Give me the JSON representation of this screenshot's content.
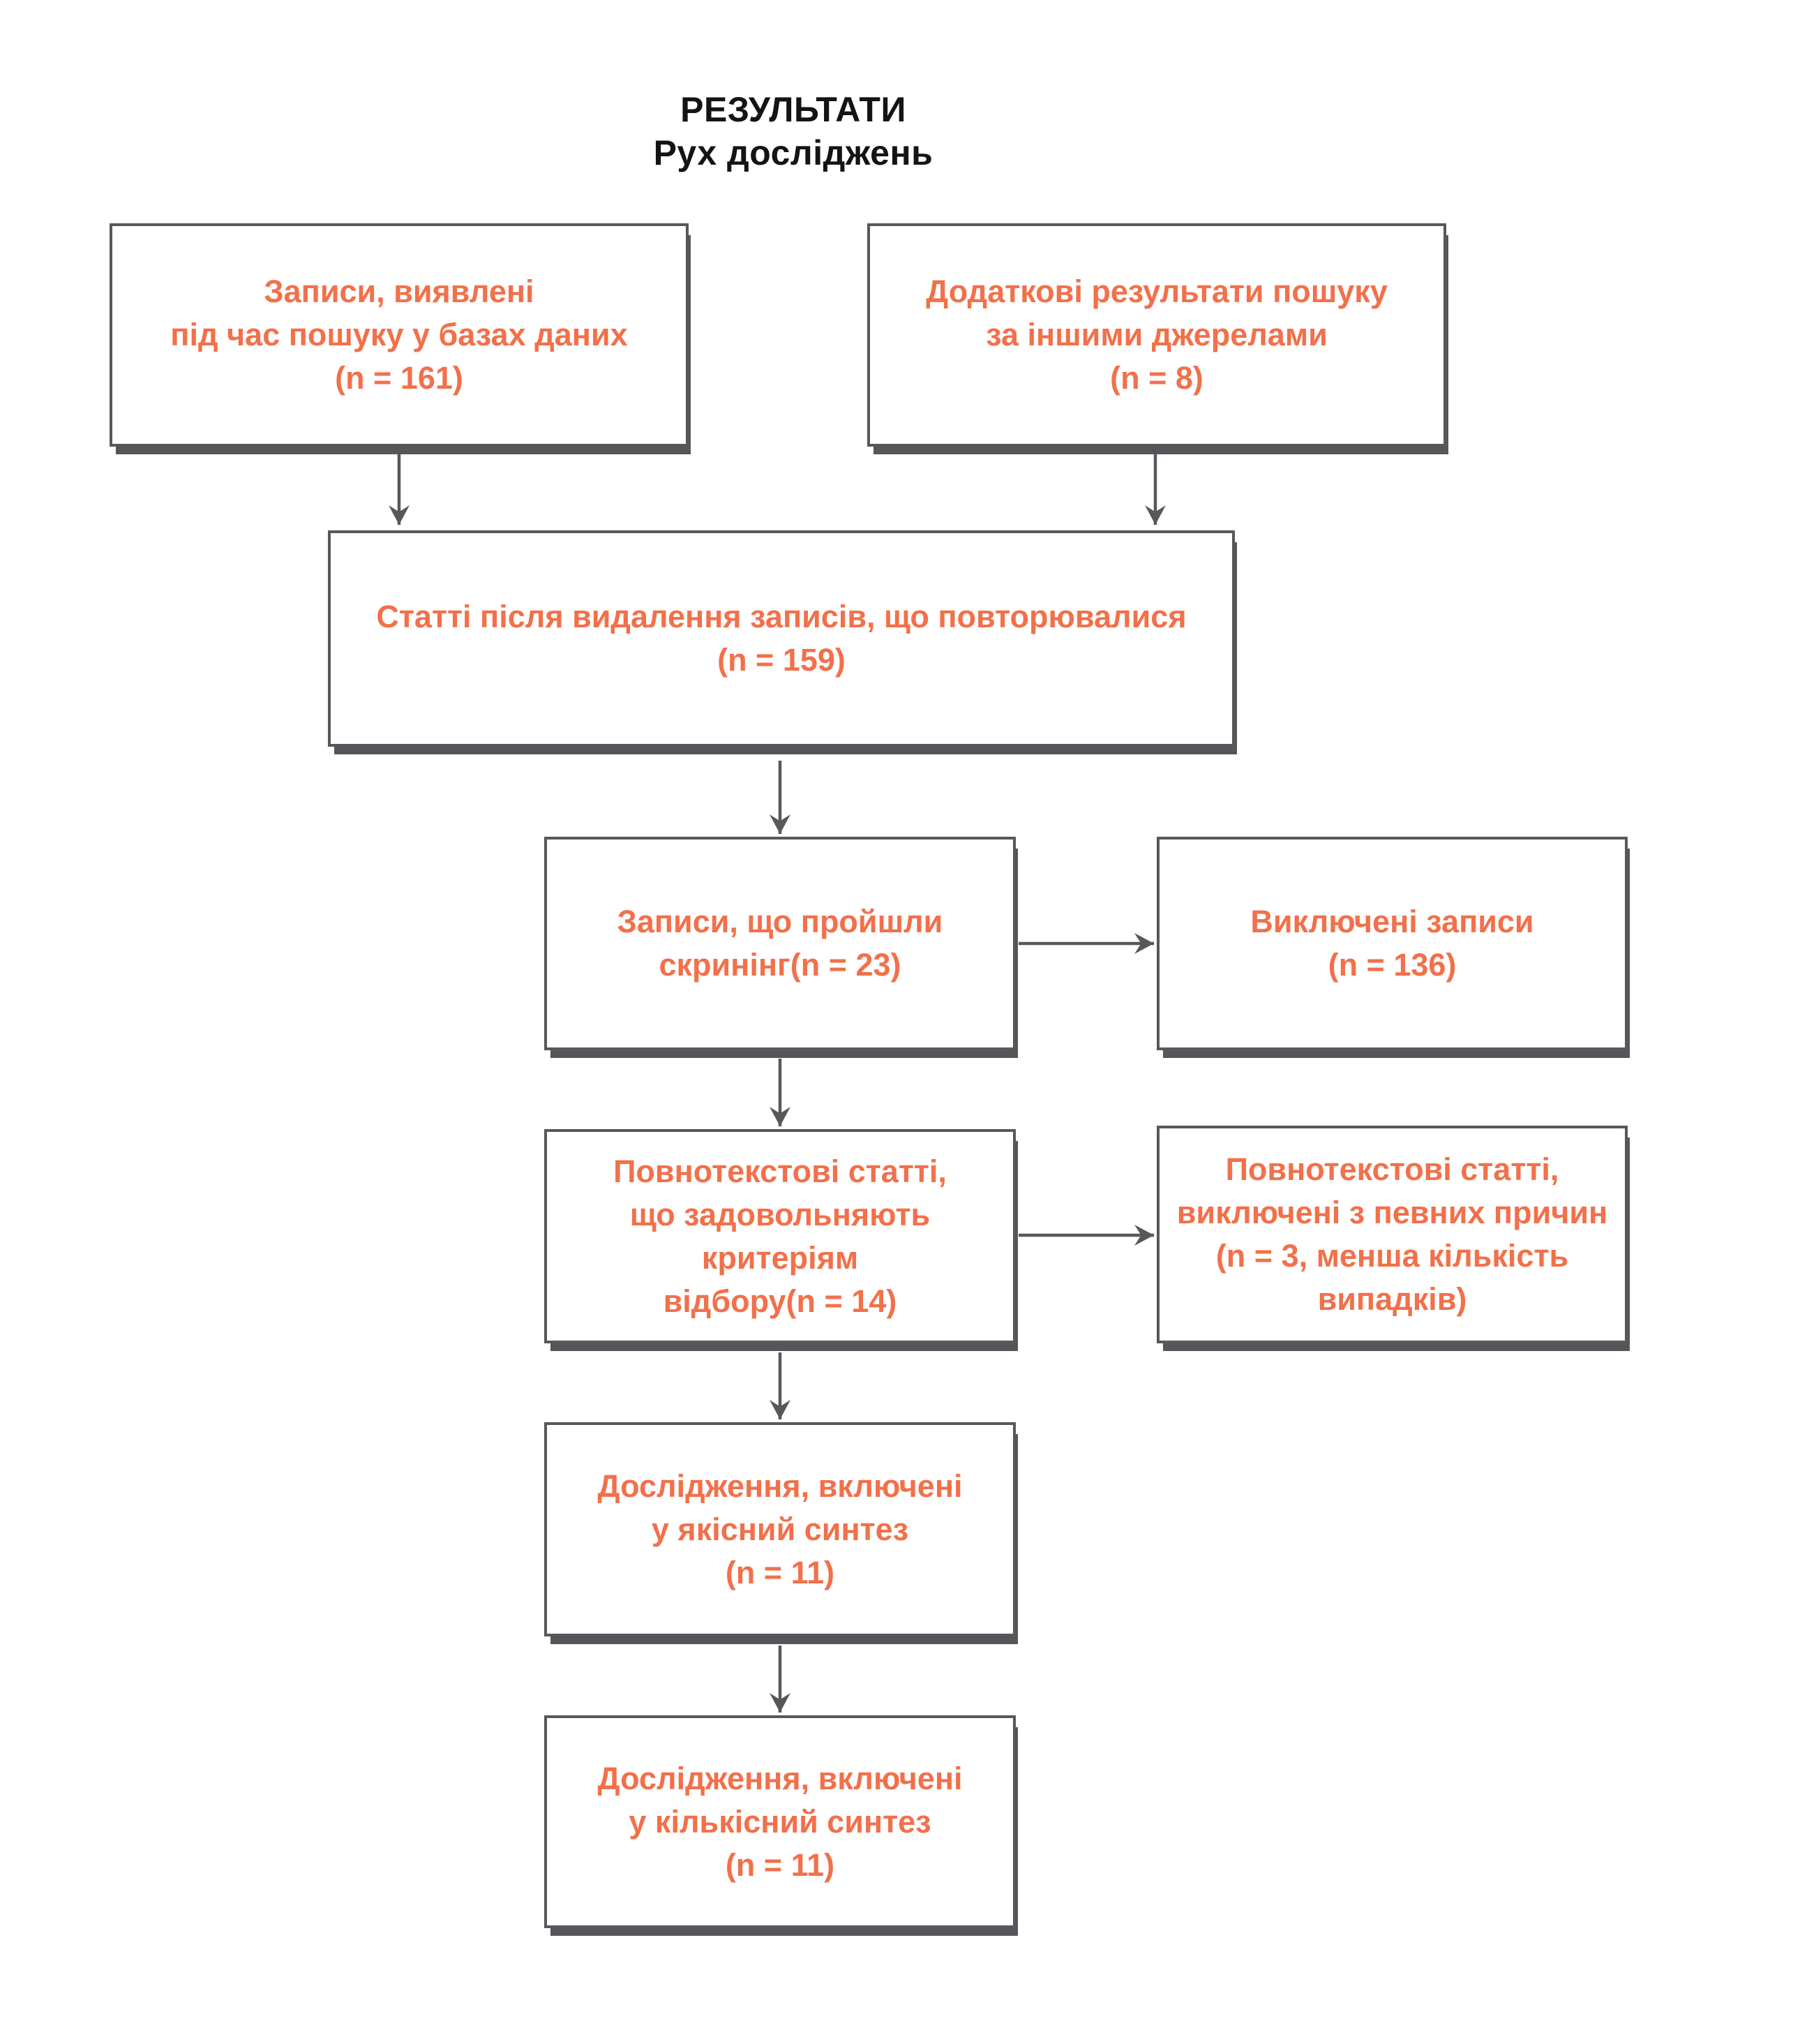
{
  "title": {
    "line1": "РЕЗУЛЬТАТИ",
    "line2": "Рух досліджень"
  },
  "boxes": {
    "db_records": {
      "text": "Записи, виявлені\nпід час пошуку у базах даних\n(n = 161)"
    },
    "other_sources": {
      "text": "Додаткові результати пошуку\nза іншими джерелами\n(n = 8)"
    },
    "deduplicated": {
      "text": "Статті після видалення записів, що повторювалися\n(n = 159)"
    },
    "screened": {
      "text": "Записи, що пройшли\nскринінг(n = 23)"
    },
    "excluded": {
      "text": "Виключені записи\n(n = 136)"
    },
    "fulltext_assessed": {
      "text": "Повнотекстові статті,\nщо задовольняють\nкритеріям\nвідбору(n = 14)"
    },
    "fulltext_excluded": {
      "text": "Повнотекстові статті,\nвиключені з певних причин\n(n = 3, менша кількість\nвипадків)"
    },
    "qualitative": {
      "text": "Дослідження, включені\nу якісний синтез\n(n = 11)"
    },
    "quantitative": {
      "text": "Дослідження, включені\nу кількісний синтез\n(n = 11)"
    }
  },
  "colors": {
    "accent_text": "#f2704a",
    "box_border": "#57585b",
    "box_shadow": "#54565a",
    "arrow": "#57585b",
    "title_text": "#141414",
    "background": "#ffffff"
  }
}
